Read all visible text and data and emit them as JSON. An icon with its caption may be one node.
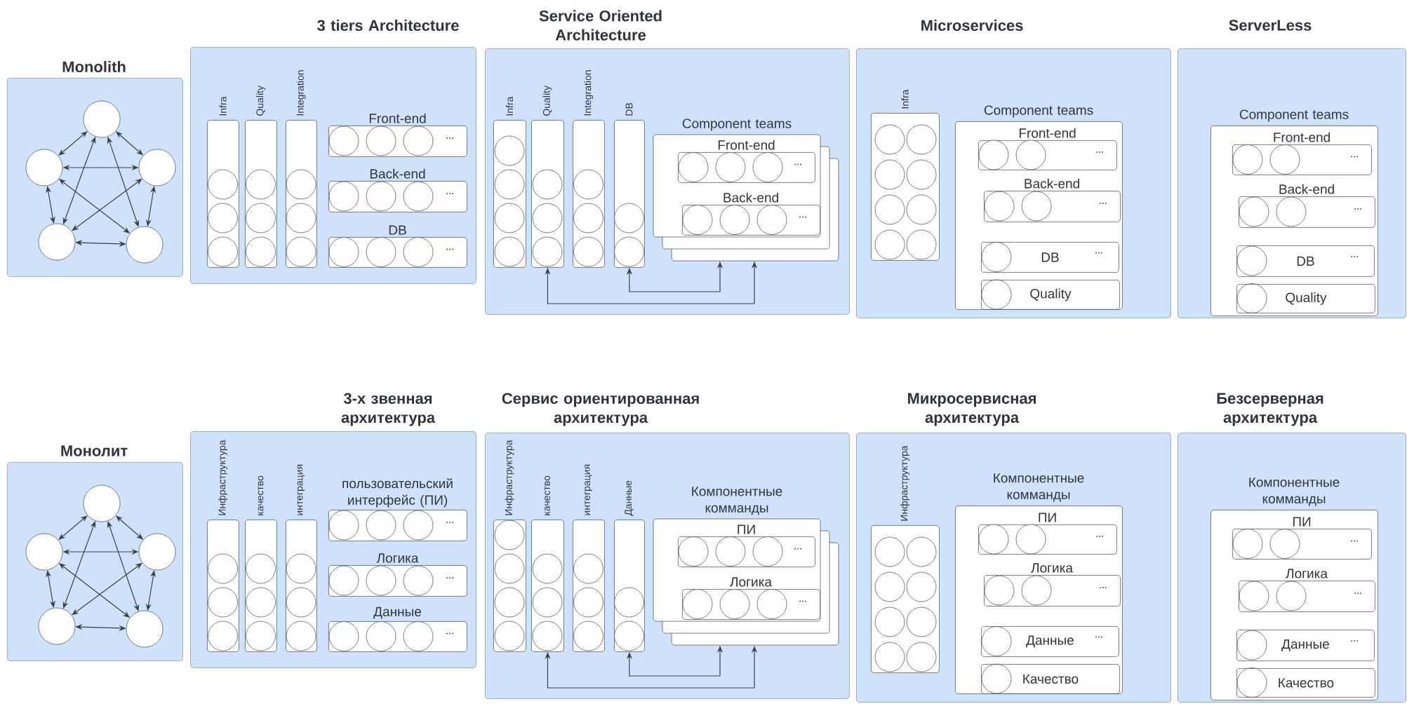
{
  "diagram": {
    "nodes": [
      {
        "text": [
          "Monolith"
        ]
      },
      {
        "text": [],
        "shape": "circle",
        "in": 0
      },
      {
        "text": [],
        "shape": "circle",
        "in": 0
      },
      {
        "text": [],
        "shape": "circle",
        "in": 0
      },
      {
        "text": [],
        "shape": "circle",
        "in": 0
      },
      {
        "text": [],
        "shape": "circle",
        "in": 0
      },
      {
        "text": [
          "3 tiers Architecture"
        ]
      },
      {
        "text": [
          "Infra"
        ],
        "in": 6
      },
      {
        "text": [
          "Quality"
        ],
        "in": 6
      },
      {
        "text": [
          "Integration"
        ],
        "in": 6
      },
      {
        "text": [
          "Front-end",
          "..."
        ],
        "in": 6
      },
      {
        "text": [
          "Back-end",
          "..."
        ],
        "in": 6
      },
      {
        "text": [
          "DB",
          "..."
        ],
        "in": 6
      },
      {
        "text": [
          "Service Oriented Architecture"
        ]
      },
      {
        "text": [
          "Infra"
        ],
        "in": 13
      },
      {
        "text": [
          "Quality"
        ],
        "in": 13
      },
      {
        "text": [
          "Integration"
        ],
        "in": 13
      },
      {
        "text": [
          "DB"
        ],
        "in": 13
      },
      {
        "text": [
          "Component teams"
        ],
        "in": 13
      },
      {
        "text": [
          "Front-end",
          "..."
        ],
        "in": 18
      },
      {
        "text": [
          "Back-end",
          "..."
        ],
        "in": 18
      },
      {
        "text": [
          "Microservices"
        ]
      },
      {
        "text": [
          "Infra"
        ],
        "in": 21
      },
      {
        "text": [
          "Component teams"
        ],
        "in": 21
      },
      {
        "text": [
          "Front-end",
          "..."
        ],
        "in": 23
      },
      {
        "text": [
          "Back-end",
          "..."
        ],
        "in": 23
      },
      {
        "text": [
          "DB",
          "..."
        ],
        "in": 23
      },
      {
        "text": [
          "Quality"
        ],
        "in": 23
      },
      {
        "text": [
          "ServerLess"
        ]
      },
      {
        "text": [
          "Component teams"
        ],
        "in": 28
      },
      {
        "text": [
          "Front-end",
          "..."
        ],
        "in": 29
      },
      {
        "text": [
          "Back-end",
          "..."
        ],
        "in": 29
      },
      {
        "text": [
          "DB",
          "..."
        ],
        "in": 29
      },
      {
        "text": [
          "Quality"
        ],
        "in": 29
      },
      {
        "text": [
          "Монолит"
        ]
      },
      {
        "text": [],
        "shape": "circle",
        "in": 34
      },
      {
        "text": [],
        "shape": "circle",
        "in": 34
      },
      {
        "text": [],
        "shape": "circle",
        "in": 34
      },
      {
        "text": [],
        "shape": "circle",
        "in": 34
      },
      {
        "text": [],
        "shape": "circle",
        "in": 34
      },
      {
        "text": [
          "3-х звенная архитектура"
        ]
      },
      {
        "text": [
          "Инфраструктура"
        ],
        "in": 40
      },
      {
        "text": [
          "качество"
        ],
        "in": 40
      },
      {
        "text": [
          "интеграция"
        ],
        "in": 40
      },
      {
        "text": [
          "пользовательский интерфейс (ПИ)",
          "..."
        ],
        "in": 40
      },
      {
        "text": [
          "Логика",
          "..."
        ],
        "in": 40
      },
      {
        "text": [
          "Данные",
          "..."
        ],
        "in": 40
      },
      {
        "text": [
          "Сервис ориентированная архитектура"
        ]
      },
      {
        "text": [
          "Инфраструктура"
        ],
        "in": 47
      },
      {
        "text": [
          "качество"
        ],
        "in": 47
      },
      {
        "text": [
          "интеграция"
        ],
        "in": 47
      },
      {
        "text": [
          "Данные"
        ],
        "in": 47
      },
      {
        "text": [
          "Компонентные комманды"
        ],
        "in": 47
      },
      {
        "text": [
          "ПИ",
          "..."
        ],
        "in": 52
      },
      {
        "text": [
          "Логика",
          "..."
        ],
        "in": 52
      },
      {
        "text": [
          "Микросервисная архитектура"
        ]
      },
      {
        "text": [
          "Инфраструктура"
        ],
        "in": 55
      },
      {
        "text": [
          "Компонентные комманды"
        ],
        "in": 55
      },
      {
        "text": [
          "ПИ",
          "..."
        ],
        "in": 57
      },
      {
        "text": [
          "Логика",
          "..."
        ],
        "in": 57
      },
      {
        "text": [
          "Данные",
          "..."
        ],
        "in": 57
      },
      {
        "text": [
          "Качество"
        ],
        "in": 57
      },
      {
        "text": [
          "Безсерверная архитектура"
        ]
      },
      {
        "text": [
          "Компонентные комманды"
        ],
        "in": 62
      },
      {
        "text": [
          "ПИ",
          "..."
        ],
        "in": 63
      },
      {
        "text": [
          "Логика",
          "..."
        ],
        "in": 63
      },
      {
        "text": [
          "Данные",
          "..."
        ],
        "in": 63
      },
      {
        "text": [
          "Качество"
        ],
        "in": 63
      }
    ],
    "edges": [
      {
        "from": 1,
        "to": 2,
        "arrow": "both"
      },
      {
        "from": 1,
        "to": 3,
        "arrow": "both"
      },
      {
        "from": 2,
        "to": 3,
        "arrow": "both"
      },
      {
        "from": 2,
        "to": 4,
        "arrow": "both"
      },
      {
        "from": 3,
        "to": 5,
        "arrow": "both"
      },
      {
        "from": 4,
        "to": 5,
        "arrow": "both"
      },
      {
        "from": 1,
        "to": 4,
        "arrow": "both"
      },
      {
        "from": 1,
        "to": 5,
        "arrow": "both"
      },
      {
        "from": 2,
        "to": 5,
        "arrow": "both"
      },
      {
        "from": 3,
        "to": 4,
        "arrow": "both"
      },
      {
        "from": 15,
        "to": 18,
        "arrow": "both"
      },
      {
        "from": 17,
        "to": 18,
        "arrow": "both"
      },
      {
        "from": 35,
        "to": 36,
        "arrow": "both"
      },
      {
        "from": 35,
        "to": 37,
        "arrow": "both"
      },
      {
        "from": 36,
        "to": 37,
        "arrow": "both"
      },
      {
        "from": 36,
        "to": 38,
        "arrow": "both"
      },
      {
        "from": 37,
        "to": 39,
        "arrow": "both"
      },
      {
        "from": 38,
        "to": 39,
        "arrow": "both"
      },
      {
        "from": 35,
        "to": 38,
        "arrow": "both"
      },
      {
        "from": 35,
        "to": 39,
        "arrow": "both"
      },
      {
        "from": 36,
        "to": 39,
        "arrow": "both"
      },
      {
        "from": 37,
        "to": 38,
        "arrow": "both"
      },
      {
        "from": 49,
        "to": 52,
        "arrow": "both"
      },
      {
        "from": 51,
        "to": 52,
        "arrow": "both"
      }
    ]
  }
}
